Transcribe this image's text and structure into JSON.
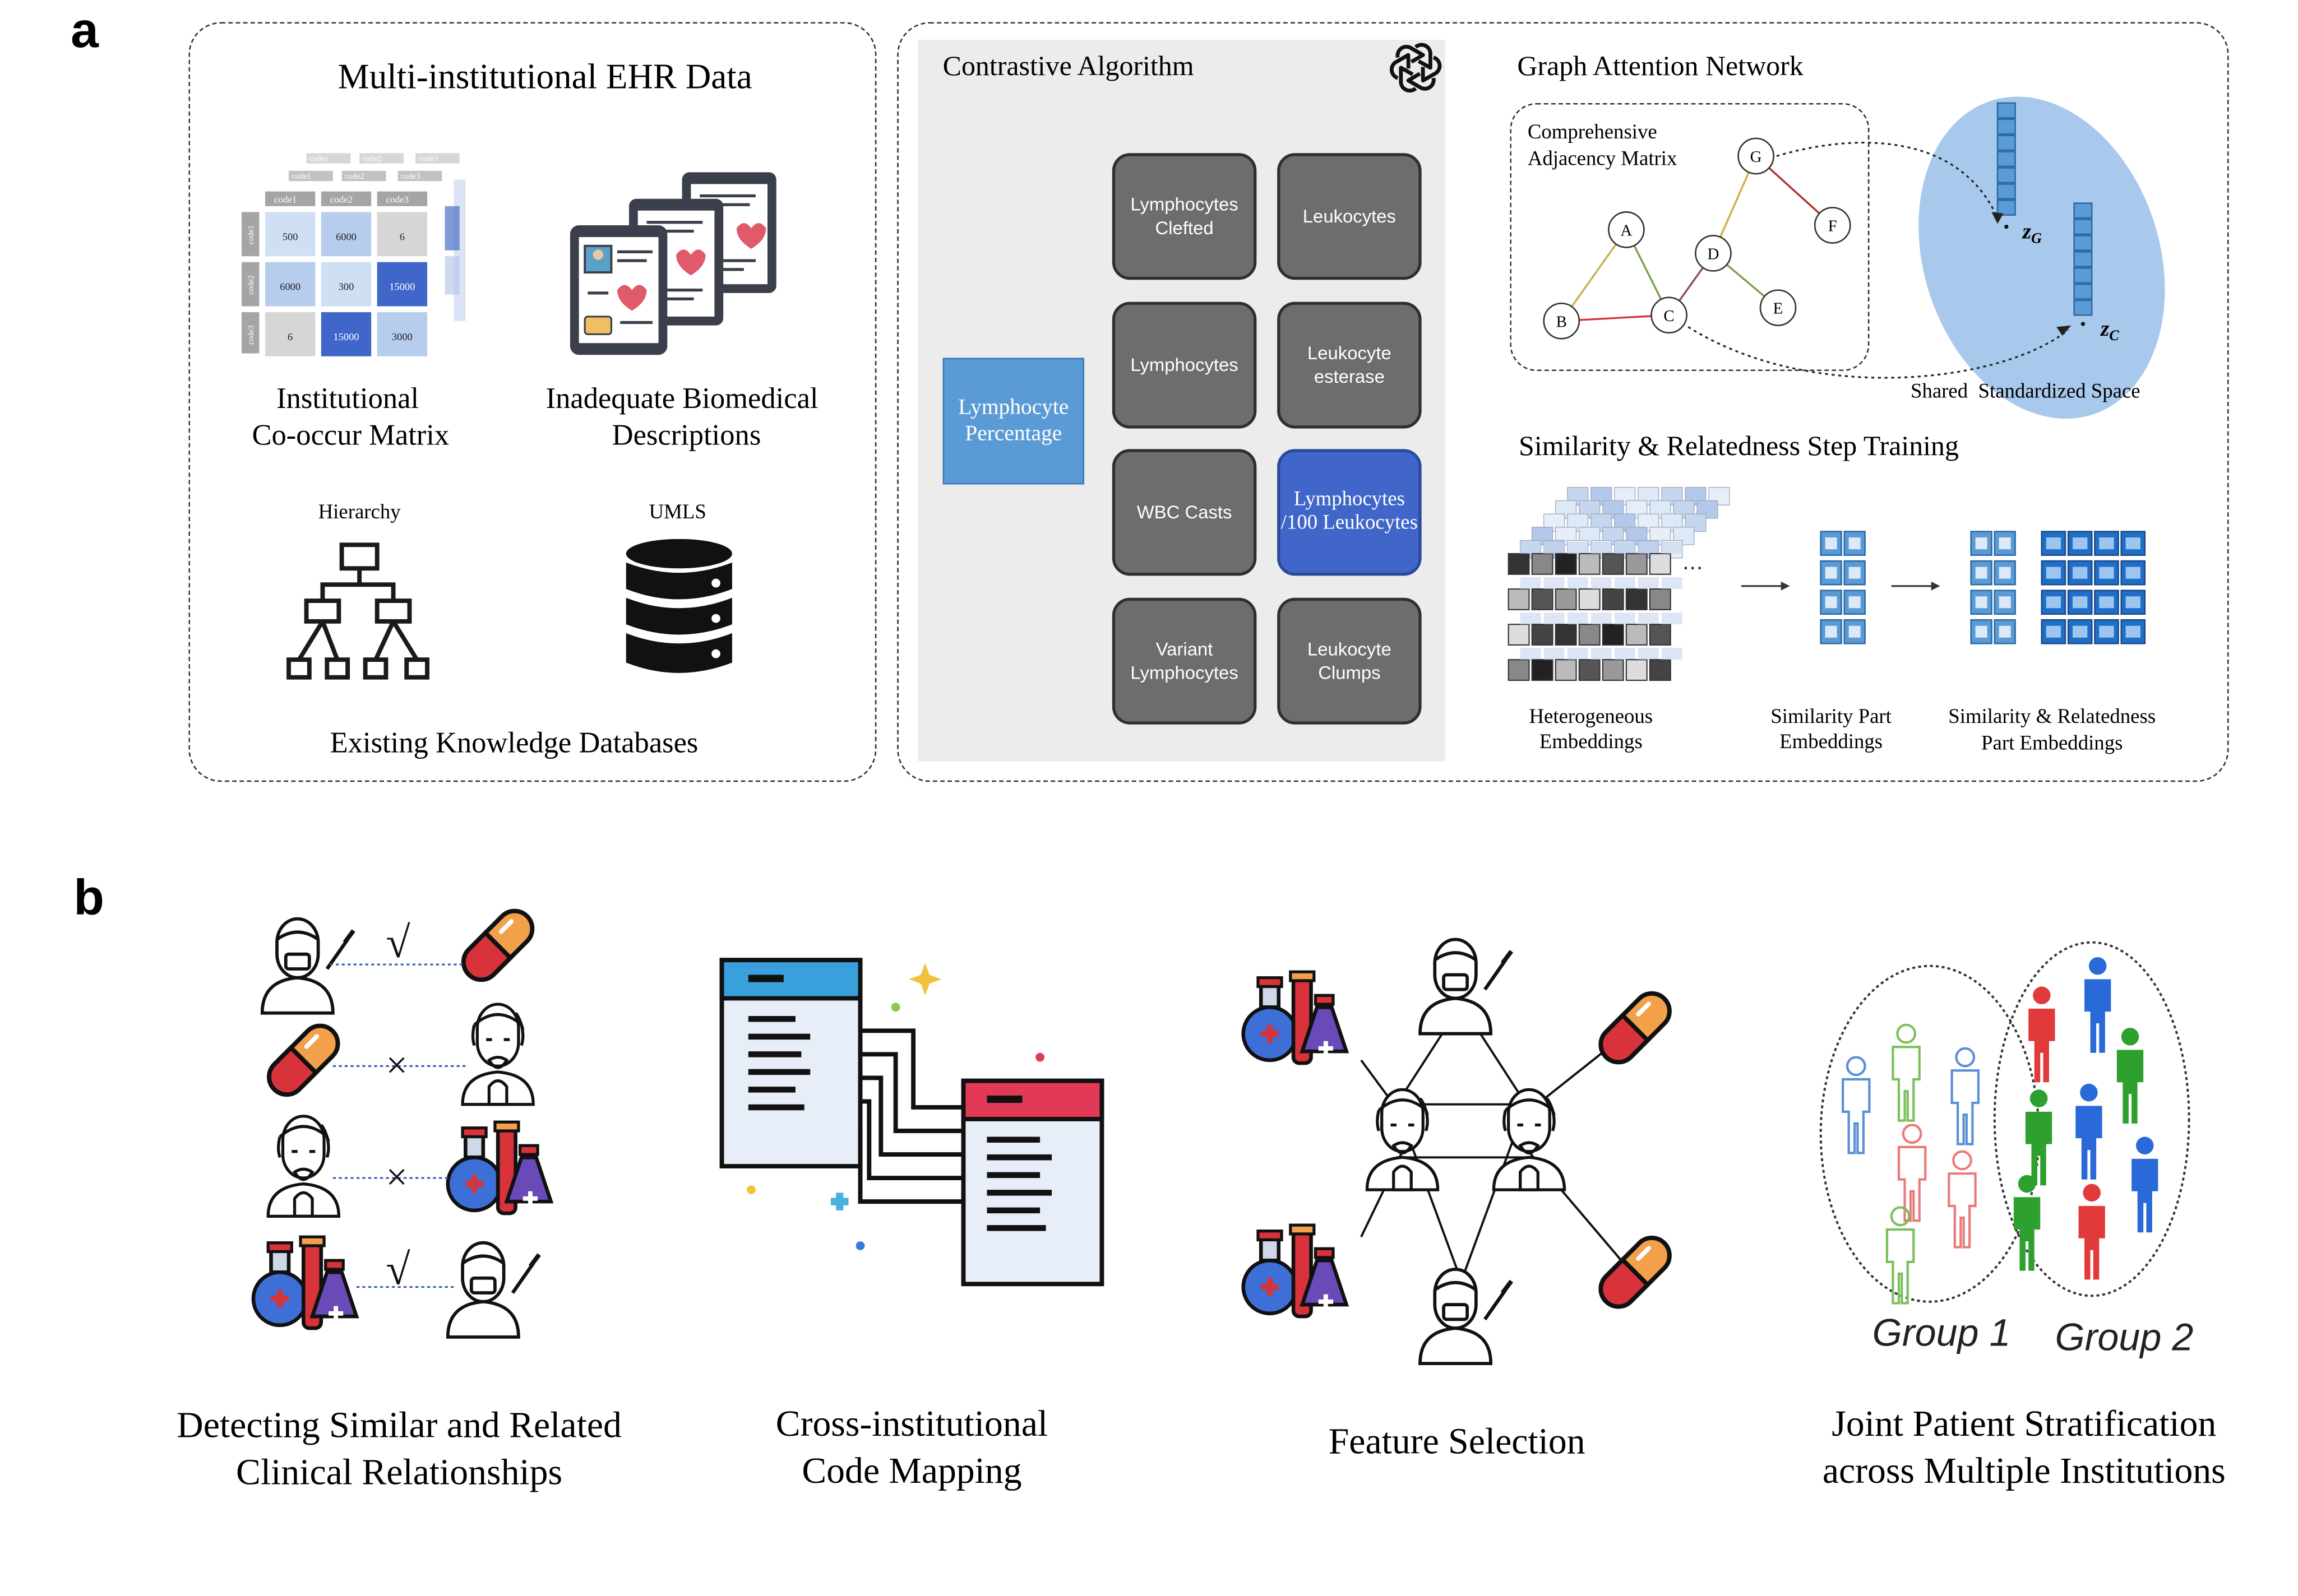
{
  "panel_a": {
    "label": "a",
    "ehr": {
      "title": "Multi-institutional EHR Data",
      "matrix_caption_1": "Institutional",
      "matrix_caption_2": "Co-occur Matrix",
      "desc_caption_1": "Inadequate Biomedical",
      "desc_caption_2": "Descriptions",
      "hierarchy_label": "Hierarchy",
      "umls_label": "UMLS",
      "knowledge_caption": "Existing Knowledge Databases",
      "matrix_headers": [
        "code1",
        "code2",
        "code3"
      ],
      "matrix_values": [
        "500",
        "6000",
        "6",
        "6000",
        "300",
        "15000",
        "6",
        "15000",
        "3000"
      ]
    },
    "contrastive": {
      "title": "Contrastive Algorithm",
      "anchor": "Lymphocyte Percentage",
      "items": [
        "Lymphocytes Clefted",
        "Leukocytes",
        "Lymphocytes",
        "Leukocyte esterase",
        "WBC Casts",
        "Lymphocytes /100 Leukocytes",
        "Variant Lymphocytes",
        "Leukocyte Clumps"
      ],
      "highlight_color": "#3f66c8",
      "anchor_color": "#5b9bd5"
    },
    "gat": {
      "title": "Graph Attention Network",
      "adjacency_1": "Comprehensive",
      "adjacency_2": "Adjacency Matrix",
      "nodes": [
        "A",
        "B",
        "C",
        "D",
        "E",
        "F",
        "G"
      ],
      "zg": "z",
      "zg_sub": "G",
      "zc": "z",
      "zc_sub": "C",
      "space_label": "Shared  Standardized Space"
    },
    "training": {
      "title": "Similarity & Relatedness Step Training",
      "hetero_1": "Heterogeneous",
      "hetero_2": "Embeddings",
      "sim_1": "Similarity Part",
      "sim_2": "Embeddings",
      "simrel_1": "Similarity & Relatedness",
      "simrel_2": "Part Embeddings",
      "dots": "⋯"
    }
  },
  "panel_b": {
    "label": "b",
    "tasks": [
      {
        "line1": "Detecting Similar and Related",
        "line2": "Clinical Relationships"
      },
      {
        "line1": "Cross-institutional",
        "line2": "Code Mapping"
      },
      {
        "line1": "Feature Selection",
        "line2": ""
      },
      {
        "line1": "Joint Patient Stratification",
        "line2": "across Multiple Institutions"
      }
    ],
    "check": "√",
    "cross": "×",
    "group1": "Group 1",
    "group2": "Group 2"
  }
}
